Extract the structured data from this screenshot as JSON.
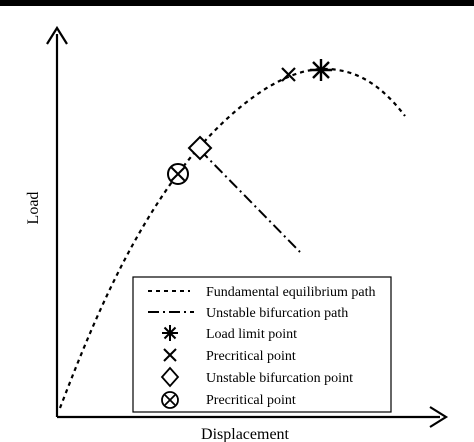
{
  "diagram": {
    "xlabel": "Displacement",
    "ylabel": "Load",
    "legend": [
      {
        "marker": "dashed-line",
        "label": "Fundamental equilibrium path"
      },
      {
        "marker": "dash-dot-line",
        "label": "Unstable bifurcation path"
      },
      {
        "marker": "asterisk-marker",
        "label": "Load limit point"
      },
      {
        "marker": "cross-marker",
        "label": "Precritical point"
      },
      {
        "marker": "diamond-marker",
        "label": "Unstable bifurcation point"
      },
      {
        "marker": "circled-cross-marker",
        "label": "Precritical point"
      }
    ]
  }
}
